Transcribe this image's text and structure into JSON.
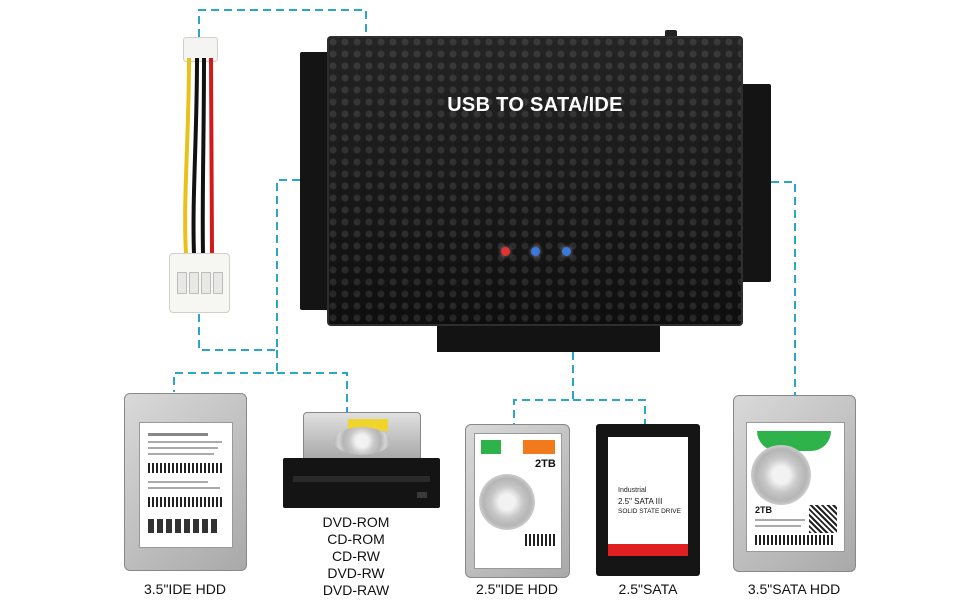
{
  "adapter": {
    "title": "USB TO SATA/IDE"
  },
  "colors": {
    "connector_line": "#2aa6c8",
    "adapter_body": "#1a1a1a",
    "led_red": "#e53030",
    "led_blue": "#3a78e0",
    "ssd_accent": "#e02020",
    "hdd_accent": "#2db34a",
    "hdd_orange": "#f07a1c"
  },
  "devices": {
    "ide35": {
      "caption": "3.5\"IDE HDD"
    },
    "dvd": {
      "caption_lines": [
        "DVD-ROM",
        "CD-ROM",
        "CD-RW",
        "DVD-RW",
        "DVD-RAW"
      ]
    },
    "ide25": {
      "caption": "2.5\"IDE HDD",
      "capacity": "2TB"
    },
    "ssd25": {
      "caption": "2.5\"SATA",
      "label_line1": "Industrial",
      "label_line2": "2.5\" SATA  III",
      "label_line3": "SOLID STATE DRIVE"
    },
    "sata35": {
      "caption": "3.5\"SATA HDD",
      "capacity": "2TB"
    }
  }
}
